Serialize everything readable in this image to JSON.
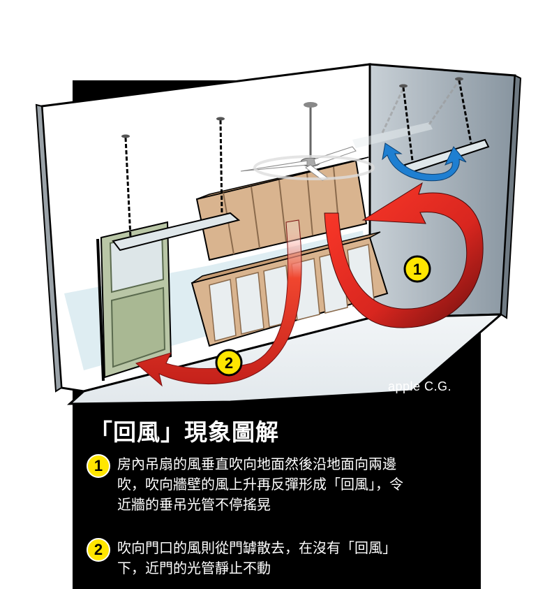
{
  "credit": "apple C.G.",
  "title": "「回風」現象圖解",
  "markers": {
    "one": "1",
    "two": "2"
  },
  "notes": [
    {
      "number": "1",
      "text": "房內吊扇的風垂直吹向地面然後沿地面向兩邊吹，吹向牆壁的風上升再反彈形成「回風」，令近牆的垂吊光管不停搖晃"
    },
    {
      "number": "2",
      "text": "吹向門口的風則從門罅散去，在沒有「回風」下，近門的光管靜止不動"
    }
  ],
  "colors": {
    "background_panel": "#000000",
    "marker": "#ffe600",
    "arrow_red": "#d8261f",
    "arrow_dark": "#6a0e0e",
    "arrow_blue": "#1f7fd1",
    "door": "#b9c6a6",
    "cabinet": "#d9b48f",
    "wall": "#ffffff",
    "side_wall": "#9aa7b0"
  }
}
